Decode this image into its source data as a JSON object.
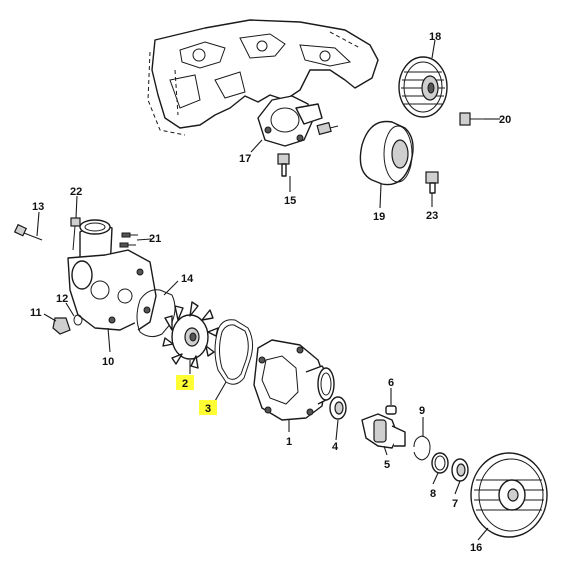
{
  "highlight_color": "#ffff33",
  "callouts": {
    "c1": "1",
    "c2": "2",
    "c3": "3",
    "c4": "4",
    "c5": "5",
    "c6": "6",
    "c7": "7",
    "c8": "8",
    "c9": "9",
    "c10": "10",
    "c11": "11",
    "c12": "12",
    "c13": "13",
    "c14": "14",
    "c15": "15",
    "c16": "16",
    "c17": "17",
    "c18": "18",
    "c19": "19",
    "c20": "20",
    "c21": "21",
    "c22": "22",
    "c23": "23"
  },
  "highlighted": [
    "2",
    "3"
  ]
}
